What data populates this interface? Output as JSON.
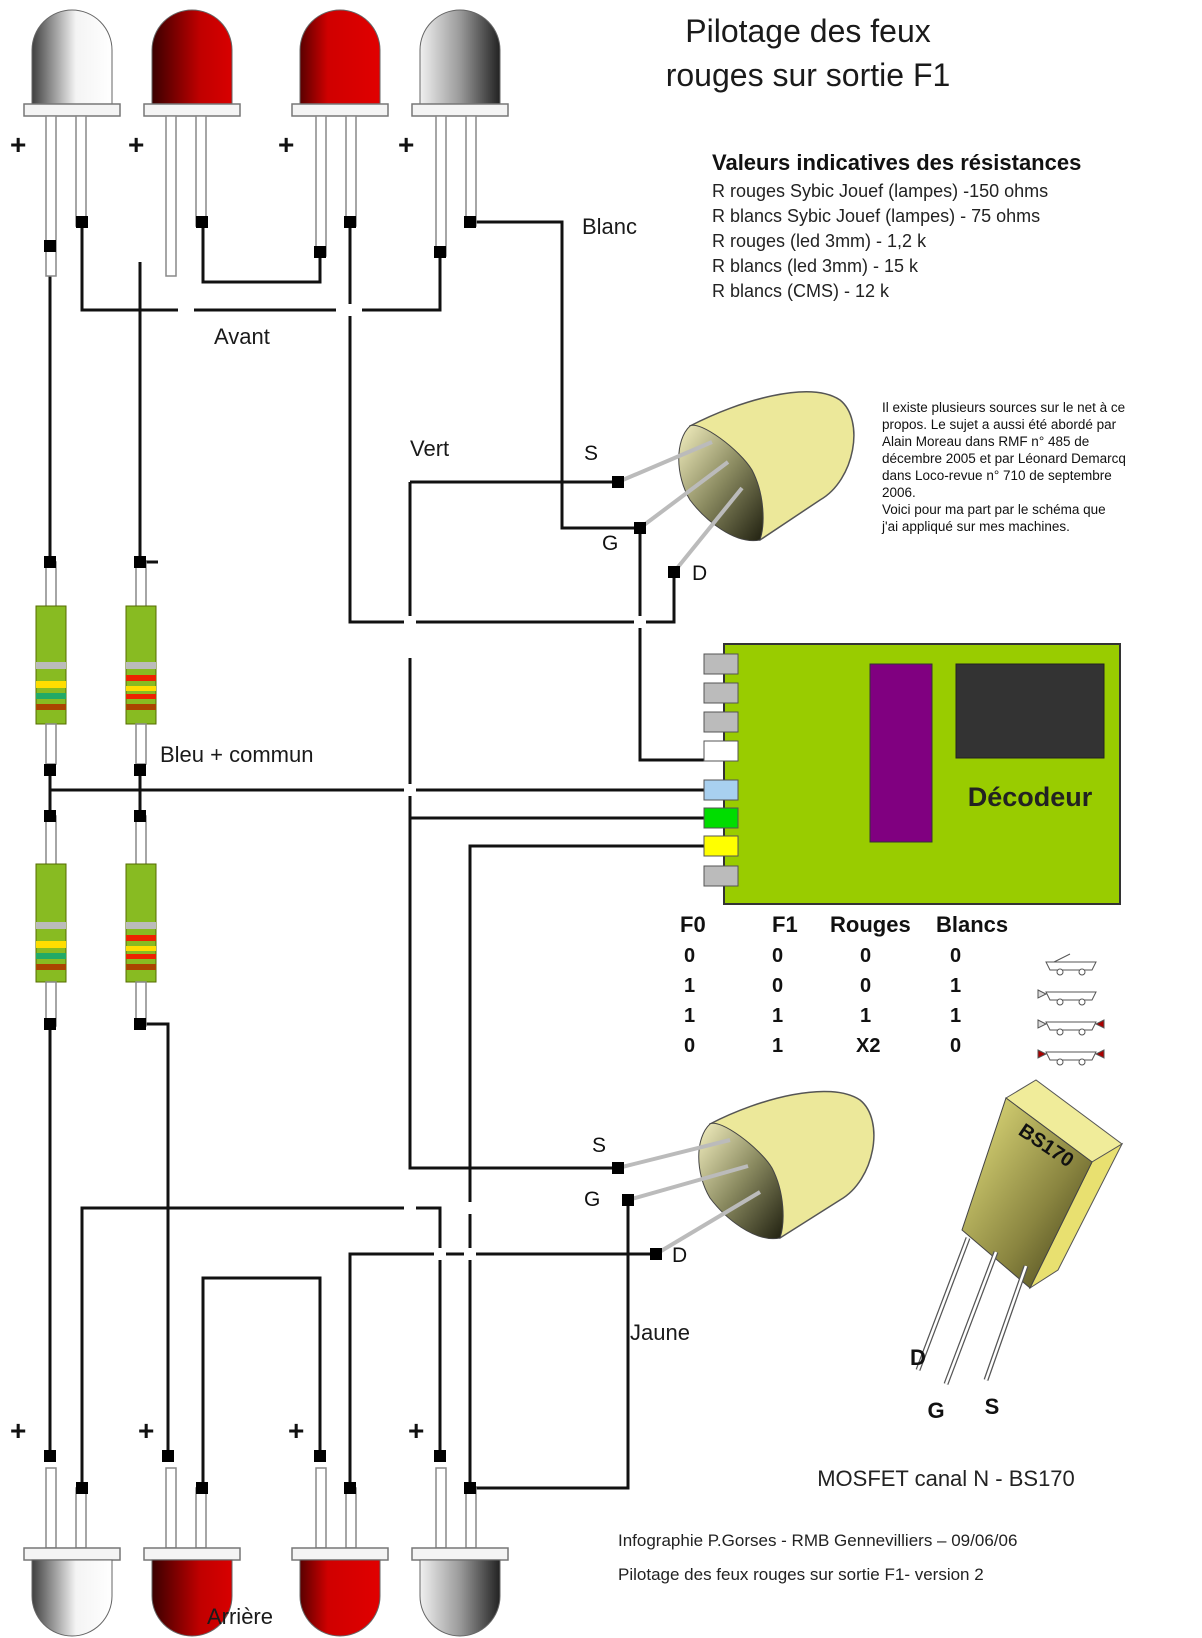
{
  "title": {
    "line1": "Pilotage des feux",
    "line2": "rouges sur sortie F1"
  },
  "resistances": {
    "heading": "Valeurs indicatives des résistances",
    "lines": [
      "R rouges Sybic Jouef (lampes) -150 ohms",
      "R blancs Sybic Jouef (lampes) - 75  ohms",
      "R rouges (led 3mm)  -  1,2 k",
      "R blancs (led 3mm)  -  15 k",
      "R blancs (CMS)  -  12 k"
    ]
  },
  "note": {
    "lines": [
      "Il existe plusieurs sources sur le net à ce",
      "propos. Le sujet a aussi été abordé par",
      "Alain Moreau dans RMF n° 485 de",
      "décembre 2005 et par Léonard Demarcq",
      "dans Loco-revue n° 710 de septembre",
      "2006.",
      "Voici pour ma part par le schéma que",
      "j'ai appliqué sur mes machines."
    ]
  },
  "labels": {
    "blanc": "Blanc",
    "avant": "Avant",
    "vert": "Vert",
    "bleu": "Bleu + commun",
    "jaune": "Jaune",
    "arriere": "Arrière",
    "plus": "+"
  },
  "pins": {
    "s": "S",
    "g": "G",
    "d": "D"
  },
  "decoder": {
    "label": "Décodeur"
  },
  "truth_table": {
    "headers": [
      "F0",
      "F1",
      "Rouges",
      "Blancs"
    ],
    "rows": [
      [
        "0",
        "0",
        "0",
        "0"
      ],
      [
        "1",
        "0",
        "0",
        "1"
      ],
      [
        "1",
        "1",
        "1",
        "1"
      ],
      [
        "0",
        "1",
        "X2",
        "0"
      ]
    ]
  },
  "mosfet": {
    "body_text": "BS170",
    "caption": "MOSFET canal N - BS170",
    "pin_d": "D",
    "pin_g": "G",
    "pin_s": "S"
  },
  "credits": {
    "line1": "Infographie P.Gorses - RMB Gennevilliers – 09/06/06",
    "line2": "Pilotage des feux rouges sur sortie F1- version 2"
  },
  "colors": {
    "led_white": "#d8d8d8",
    "led_red": "#b00000",
    "decoder_board": "#99cc00",
    "chip_purple": "#800080",
    "chip_dark": "#333333",
    "wire_blue": "#a8d0f0",
    "wire_green": "#00dd00",
    "wire_yellow": "#ffff00",
    "transistor_body": "#ece89a"
  }
}
